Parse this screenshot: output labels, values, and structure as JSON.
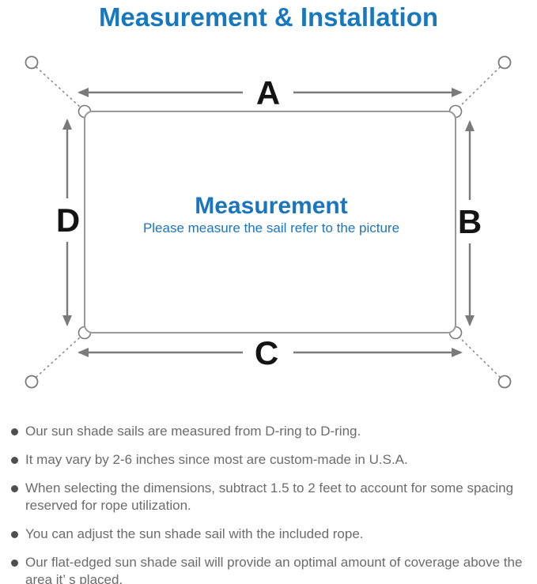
{
  "title": "Measurement & Installation",
  "diagram": {
    "labels": {
      "top": "A",
      "right": "B",
      "bottom": "C",
      "left": "D"
    },
    "center": {
      "heading": "Measurement",
      "subheading": "Please measure the sail refer to the picture"
    }
  },
  "notes": [
    "Our sun shade sails are measured from D-ring to D-ring.",
    "It may vary by 2-6 inches since most are custom-made in U.S.A.",
    "When selecting the dimensions, subtract 1.5 to 2 feet to account for some spacing reserved for rope utilization.",
    "You can adjust the sun shade sail with the included rope.",
    "Our flat-edged sun shade sail will provide an optimal amount of coverage above the area it’ s placed."
  ],
  "colors": {
    "accent_blue": "#1878be",
    "center_text_blue": "#1b75bc",
    "outline_gray": "#8a8a8a",
    "arrow_gray": "#7a7a7a",
    "dimension_label_black": "#141414",
    "note_text_gray": "#6b6b6b",
    "bullet_gray": "#4f4f4f"
  }
}
